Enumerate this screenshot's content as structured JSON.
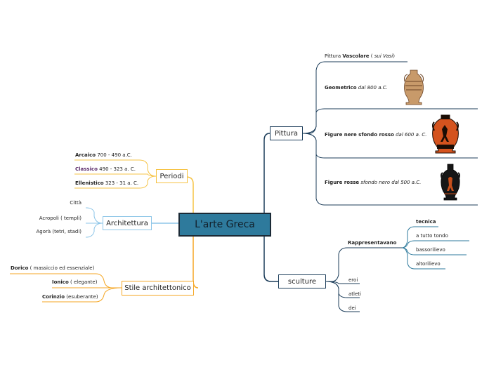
{
  "central": "L'arte Greca",
  "periodi": {
    "label": "Periodi",
    "items": [
      {
        "bold": "Arcaico",
        "rest": " 700 - 490 a.C."
      },
      {
        "bold": "Classico",
        "rest": " 490 - 323 a. C."
      },
      {
        "bold": "Ellenistico",
        "rest": " 323 - 31 a. C."
      }
    ]
  },
  "architettura": {
    "label": "Architettura",
    "items": [
      "Città",
      "Acropoli ( templi)",
      "Agorà (tetri, stadi)"
    ]
  },
  "stile": {
    "label": "Stile architettonico",
    "items": [
      {
        "bold": "Dorico",
        "rest": " ( massiccio ed essenziale)"
      },
      {
        "bold": "Ionico",
        "rest": " ( elegante)"
      },
      {
        "bold": "Corinzio",
        "rest": " (esuberante)"
      }
    ]
  },
  "pittura": {
    "label": "Pittura",
    "header": {
      "pre": "Pittura ",
      "bold": "Vascolare",
      "mid": " ( ",
      "ital": "sui Vasi",
      "post": ")"
    },
    "items": [
      {
        "bold": "Geometrico",
        "ital": " dal 800 a.C."
      },
      {
        "bold": "Figure nere sfondo rosso",
        "ital": " dal 600 a. C."
      },
      {
        "bold": "Figure rosse",
        "ital": " sfondo nero dal 500 a.C."
      }
    ]
  },
  "sculture": {
    "label": "sculture",
    "rappresentavano": "Rappresentavano",
    "tecniche": [
      "tecnica",
      "a tutto tondo",
      "bassorilievo",
      "altorilievo"
    ],
    "soggetti": [
      "eroi",
      "atleti",
      "dei"
    ]
  },
  "colors": {
    "central": "#2e7a9c",
    "orange": "#f5a623",
    "blue": "#8ec6e8",
    "navy": "#1c3d5a",
    "yellow": "#f6c344"
  }
}
